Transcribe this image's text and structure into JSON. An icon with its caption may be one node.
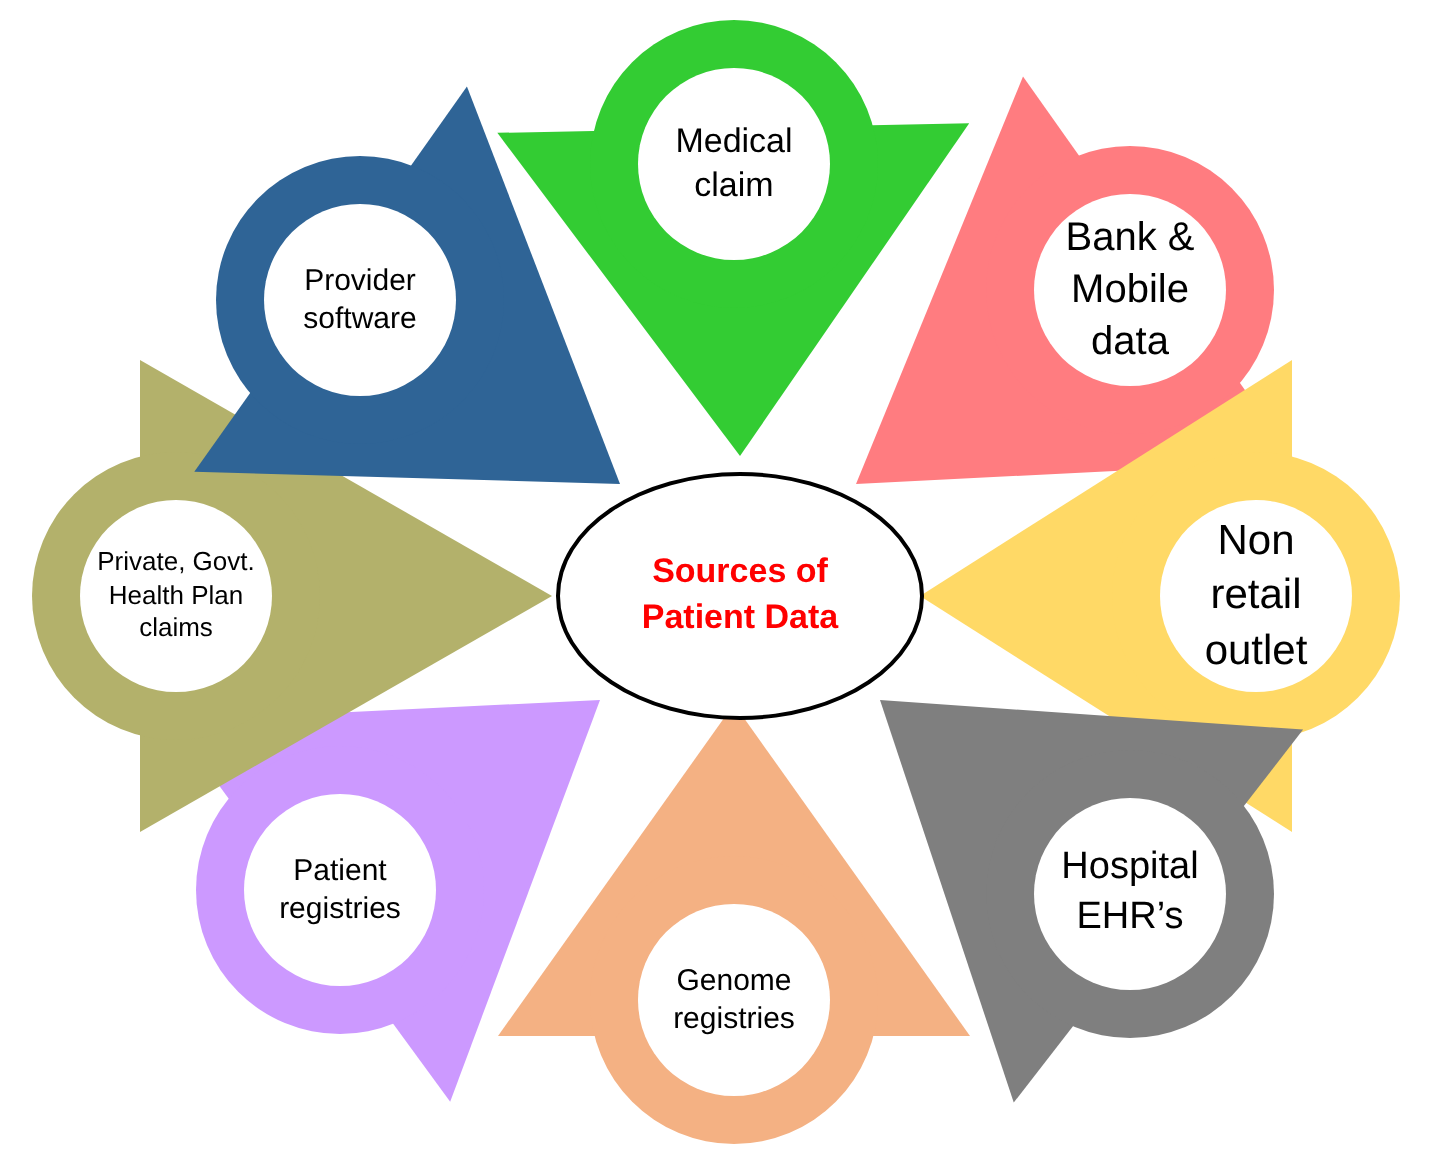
{
  "diagram": {
    "nodes": [
      {
        "text": [
          "Sources of Patient Data"
        ]
      },
      {
        "text": [
          "Medical claim"
        ]
      },
      {
        "text": [
          "Bank & Mobile data"
        ]
      },
      {
        "text": [
          "Non retail outlet"
        ]
      },
      {
        "text": [
          "Hospital EHR’s"
        ]
      },
      {
        "text": [
          "Genome registries"
        ]
      },
      {
        "text": [
          "Patient registries"
        ]
      },
      {
        "text": [
          "Private, Govt. Health Plan claims"
        ]
      },
      {
        "text": [
          "Provider software"
        ]
      }
    ]
  }
}
